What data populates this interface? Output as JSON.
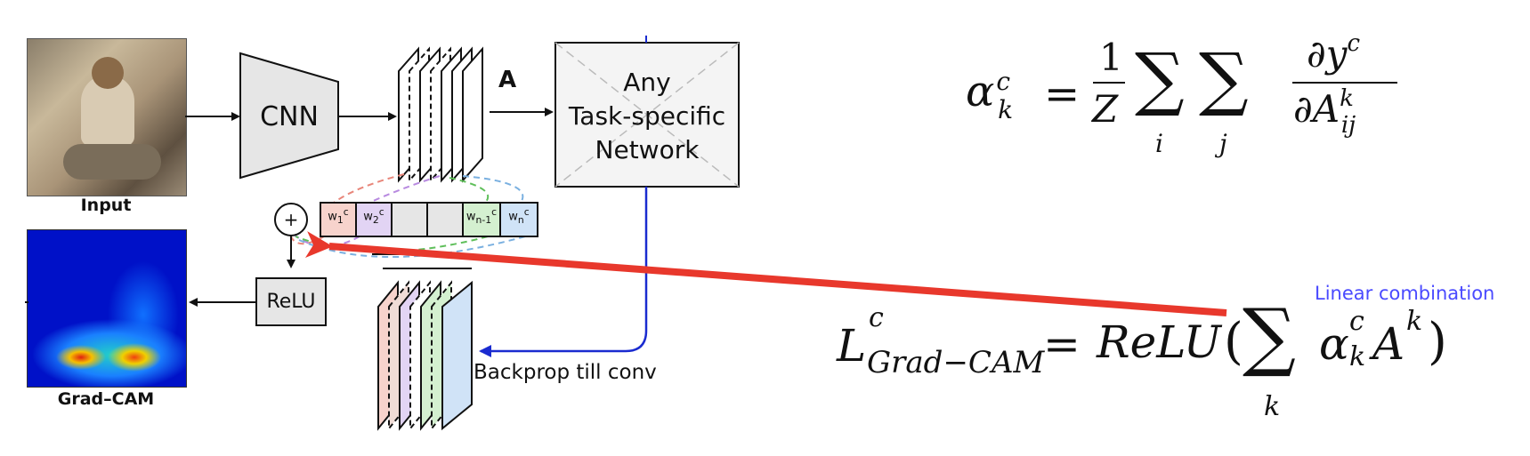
{
  "labels": {
    "input": "Input",
    "grad_cam": "Grad–CAM",
    "cnn": "CNN",
    "feature_maps_label": "A",
    "task_network": [
      "Any",
      "Task-specific",
      "Network"
    ],
    "relu": "ReLU",
    "plus": "+",
    "backprop": "Backprop till conv",
    "weights": [
      "w1c",
      "w2c",
      "",
      "",
      "wn-1c",
      "wnc"
    ]
  },
  "equations": {
    "alpha": "α_k^c = (1/Z) Σ_i Σ_j ∂y^c / ∂A_ij^k",
    "gradcam": "L^c_{Grad−CAM} = ReLU(Σ_k α_k^c A^k)"
  },
  "annotation": "Linear combination",
  "colors": {
    "arrow_red": "#e8382c",
    "backprop_blue": "#1a2bd0",
    "annotation_blue": "#4a4aff",
    "weight_pink": "#f7d3cc",
    "weight_purple": "#e2d4f4",
    "weight_green": "#d4f0d0",
    "weight_blue": "#d0e3f7",
    "box_gray": "#e6e6e6"
  }
}
